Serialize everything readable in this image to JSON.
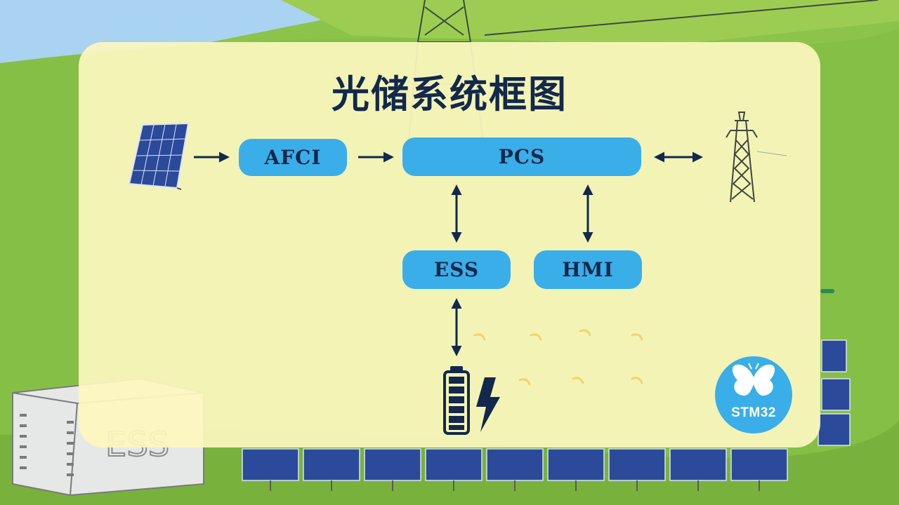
{
  "title": "光储系统框图",
  "nodes": {
    "afci": "AFCI",
    "pcs": "PCS",
    "ess": "ESS",
    "hmi": "HMI"
  },
  "background_ess_label": "ESS",
  "logo": {
    "text": "STM32"
  },
  "icons": {
    "solar_panel": "solar-panel-icon",
    "grid_tower": "power-tower-icon",
    "battery": "battery-icon",
    "lightning": "lightning-icon",
    "butterfly": "butterfly-icon"
  },
  "colors": {
    "node_fill": "#3aaee8",
    "text_dark": "#12284c",
    "panel_fill": "#fcf6be",
    "grass": "#8cc34a",
    "sky": "#a9d3f0"
  }
}
